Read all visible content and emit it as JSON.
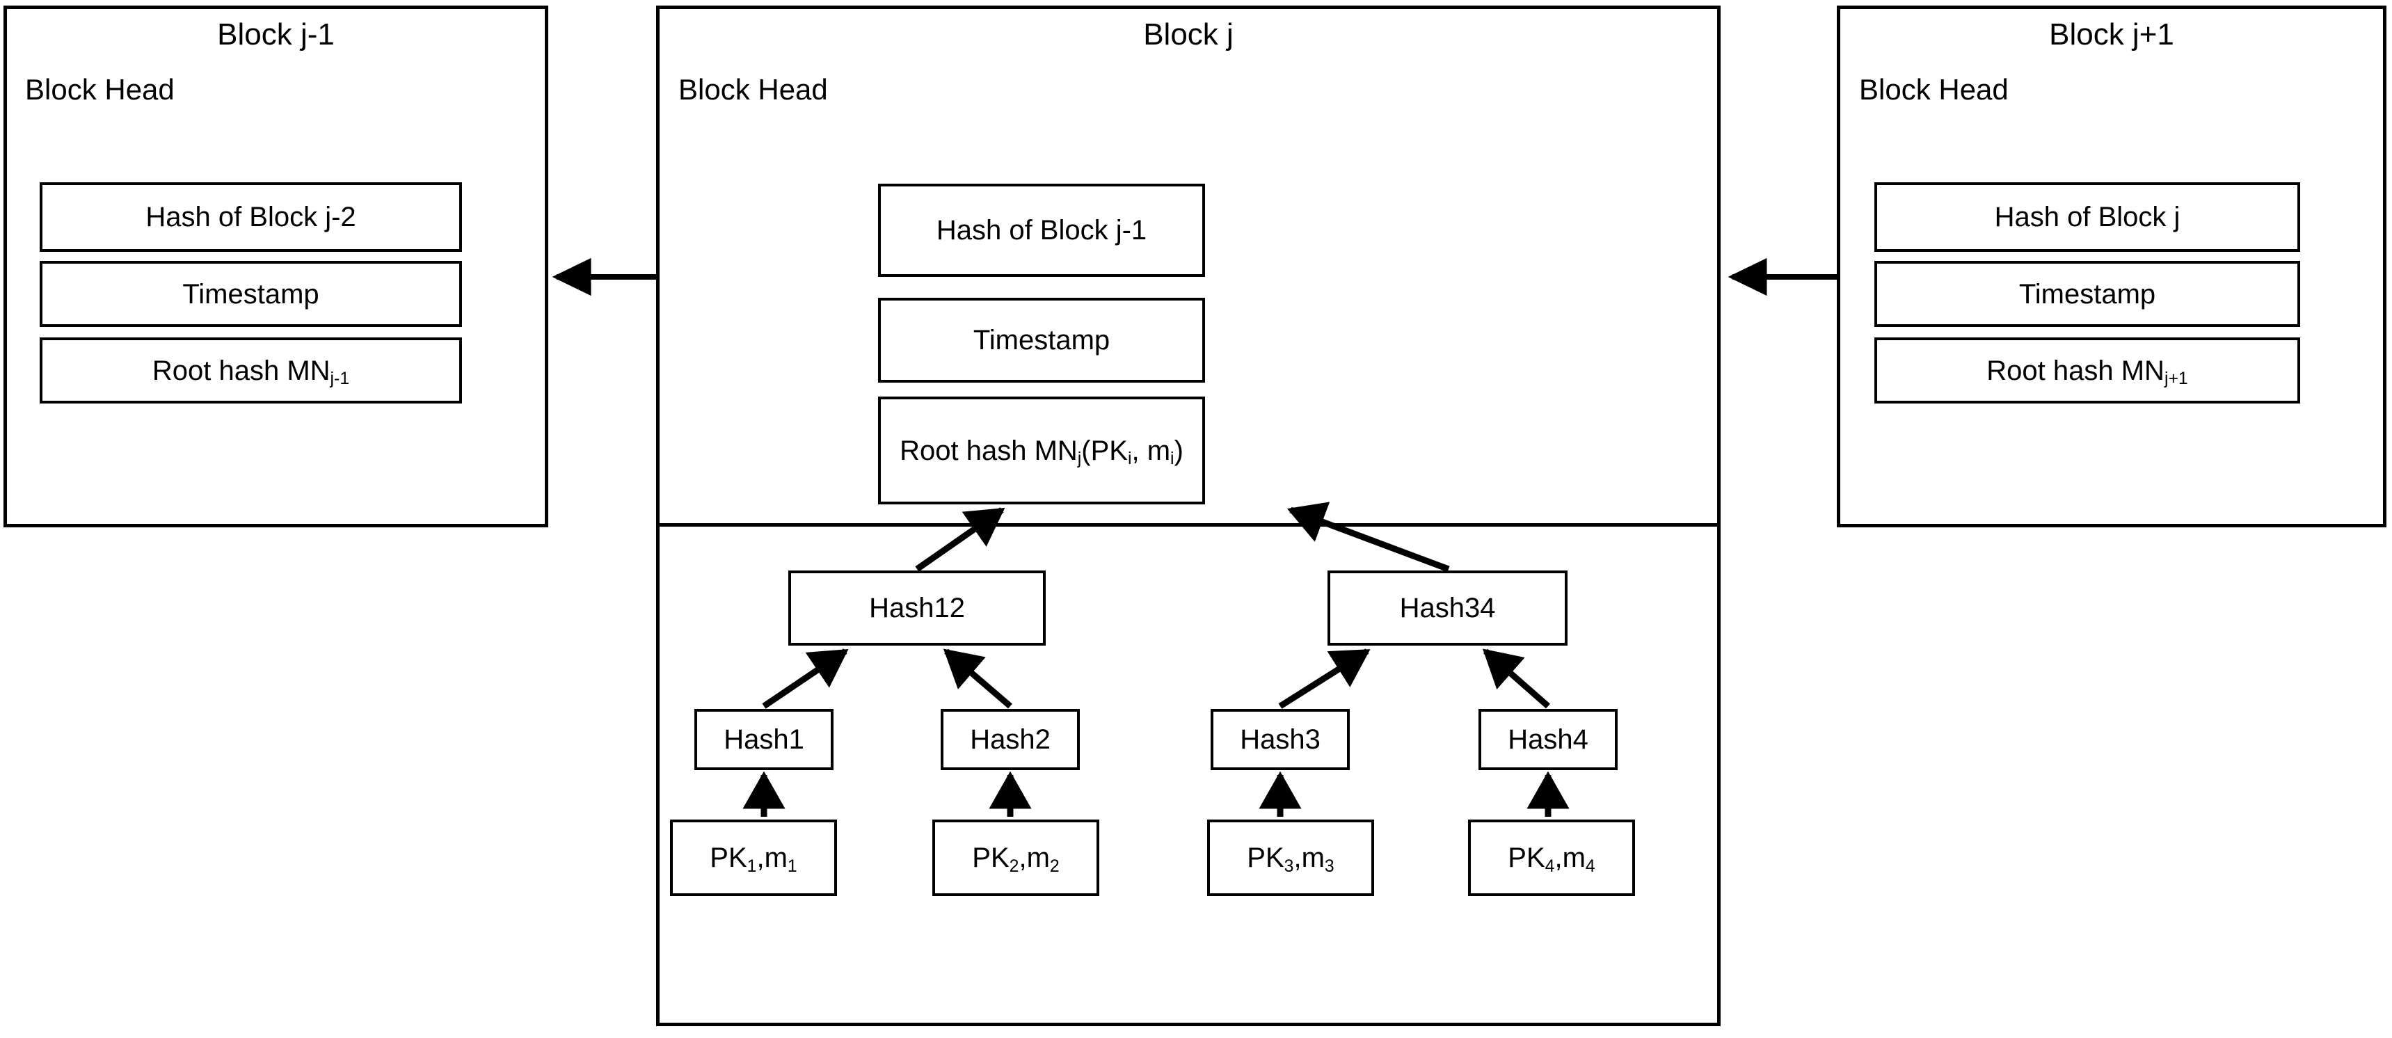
{
  "diagram": {
    "title": "Blockchain block structure with Merkle tree",
    "stroke_color": "#000000",
    "background_color": "#ffffff"
  },
  "blocks": [
    {
      "id": "block-prev",
      "title": "Block j-1",
      "head_label": "Block Head",
      "fields": [
        {
          "label": "Hash of Block j-2"
        },
        {
          "label": "Timestamp"
        },
        {
          "label_prefix": "Root hash MN",
          "label_sub": "j-1",
          "label_suffix": ""
        }
      ]
    },
    {
      "id": "block-cur",
      "title": "Block j",
      "head_label": "Block Head",
      "fields": [
        {
          "label": "Hash of Block j-1"
        },
        {
          "label": "Timestamp"
        },
        {
          "label_prefix": "Root hash MN",
          "label_sub": "j",
          "label_suffix": "(PK",
          "label_sub2": "i",
          "label_mid": ", m",
          "label_sub3": "i",
          "label_end": ")"
        }
      ]
    },
    {
      "id": "block-next",
      "title": "Block j+1",
      "head_label": "Block Head",
      "fields": [
        {
          "label": "Hash of Block j"
        },
        {
          "label": "Timestamp"
        },
        {
          "label_prefix": "Root hash MN",
          "label_sub": "j+1",
          "label_suffix": ""
        }
      ]
    }
  ],
  "merkle_tree": {
    "internal_nodes": [
      {
        "label": "Hash12"
      },
      {
        "label": "Hash34"
      }
    ],
    "hash_nodes": [
      {
        "label": "Hash1"
      },
      {
        "label": "Hash2"
      },
      {
        "label": "Hash3"
      },
      {
        "label": "Hash4"
      }
    ],
    "leaf_nodes": [
      {
        "prefix": "PK",
        "sub1": "1",
        "mid": ",m",
        "sub2": "1"
      },
      {
        "prefix": "PK",
        "sub1": "2",
        "mid": ",m",
        "sub2": "2"
      },
      {
        "prefix": "PK",
        "sub1": "3",
        "mid": ",m",
        "sub2": "3"
      },
      {
        "prefix": "PK",
        "sub1": "4",
        "mid": ",m",
        "sub2": "4"
      }
    ]
  },
  "chain_links": [
    {
      "name": "link-cur-to-prev",
      "direction": "left",
      "from": "Block j",
      "to": "Block j-1"
    },
    {
      "name": "link-next-to-cur",
      "direction": "left",
      "from": "Block j+1",
      "to": "Block j"
    }
  ]
}
